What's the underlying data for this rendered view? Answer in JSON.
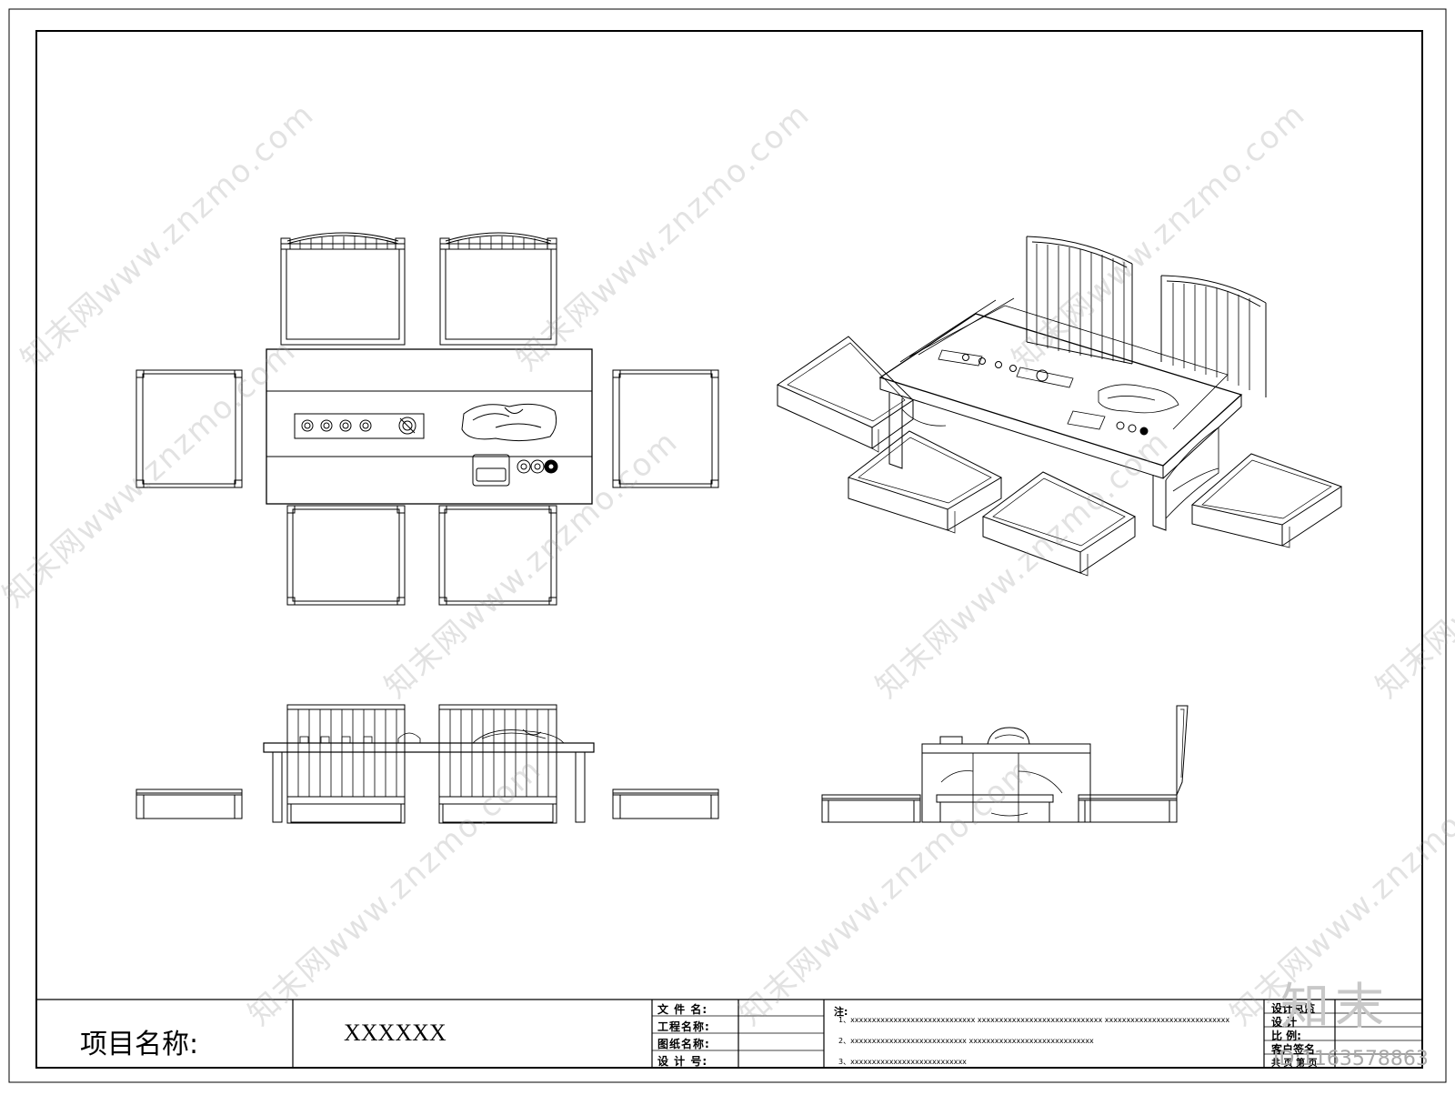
{
  "title_block": {
    "project_label": "项目名称:",
    "project_value": "XXXXXX",
    "file_fields": [
      "文 件 名:",
      "工程名称:",
      "图纸名称:",
      "设 计 号:"
    ],
    "notes_label": "注:",
    "notes": [
      "1、xxxxxxxxxxxxxxxxxxxxxxxxxxxxx    xxxxxxxxxxxxxxxxxxxxxxxxxxxxx    xxxxxxxxxxxxxxxxxxxxxxxxxxxxx",
      "2、xxxxxxxxxxxxxxxxxxxxxxxxxxx    xxxxxxxxxxxxxxxxxxxxxxxxxxxxx",
      "3、xxxxxxxxxxxxxxxxxxxxxxxxxxx"
    ],
    "right_fields": [
      "设计总监",
      "设  计",
      "比   例:",
      "客户签名",
      "共     页    第    页"
    ]
  },
  "watermark": {
    "text": "知末网www.znzmo.com",
    "logo": "知末",
    "id": "ID:1163578863"
  },
  "colors": {
    "line": "#000000",
    "paper": "#ffffff",
    "watermark": "#9a9a9a"
  }
}
